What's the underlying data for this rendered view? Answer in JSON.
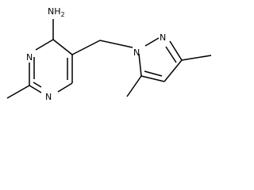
{
  "molecule": {
    "atoms": {
      "amine": "NH",
      "amine_sub": "2",
      "pyrimidine_n1": "N",
      "pyrimidine_n3": "N",
      "pyrazole_n1": "N",
      "pyrazole_n2": "N"
    }
  }
}
